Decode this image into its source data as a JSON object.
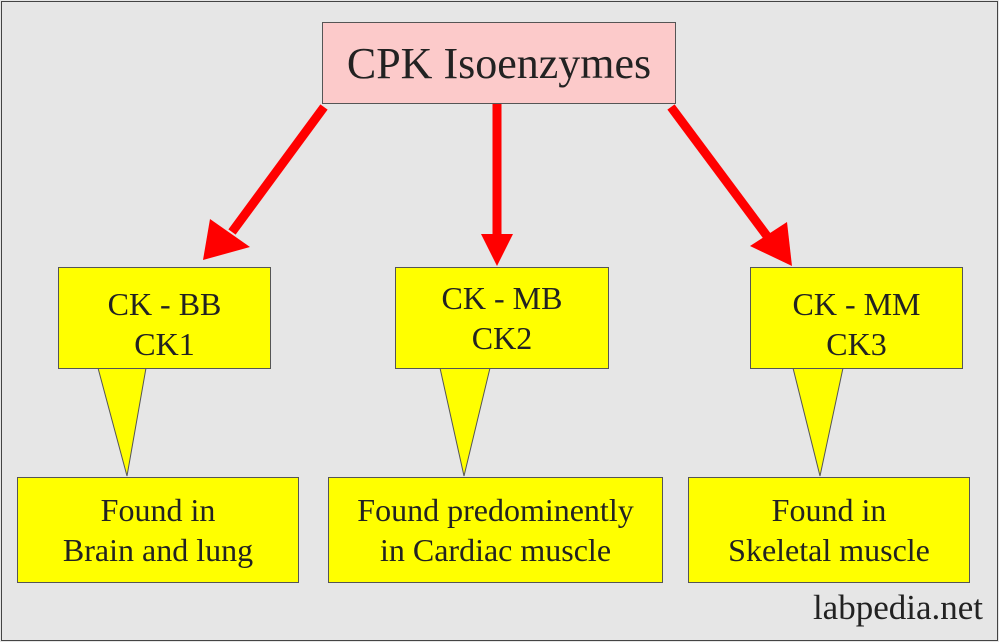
{
  "diagram": {
    "title": "CPK Isoenzymes",
    "isoenzymes": [
      {
        "name": "CK - BB",
        "code": "CK1",
        "description_lines": [
          "Found in",
          "Brain and lung"
        ]
      },
      {
        "name": "CK - MB",
        "code": "CK2",
        "description_lines": [
          "Found predominently",
          "in Cardiac muscle"
        ]
      },
      {
        "name": "CK - MM",
        "code": "CK3",
        "description_lines": [
          "Found in",
          "Skeletal muscle"
        ]
      }
    ]
  },
  "watermark": "labpedia.net",
  "colors": {
    "background": "#e6e6e6",
    "title_fill": "#fccaca",
    "box_fill": "#ffff00",
    "arrow": "#ff0000"
  }
}
